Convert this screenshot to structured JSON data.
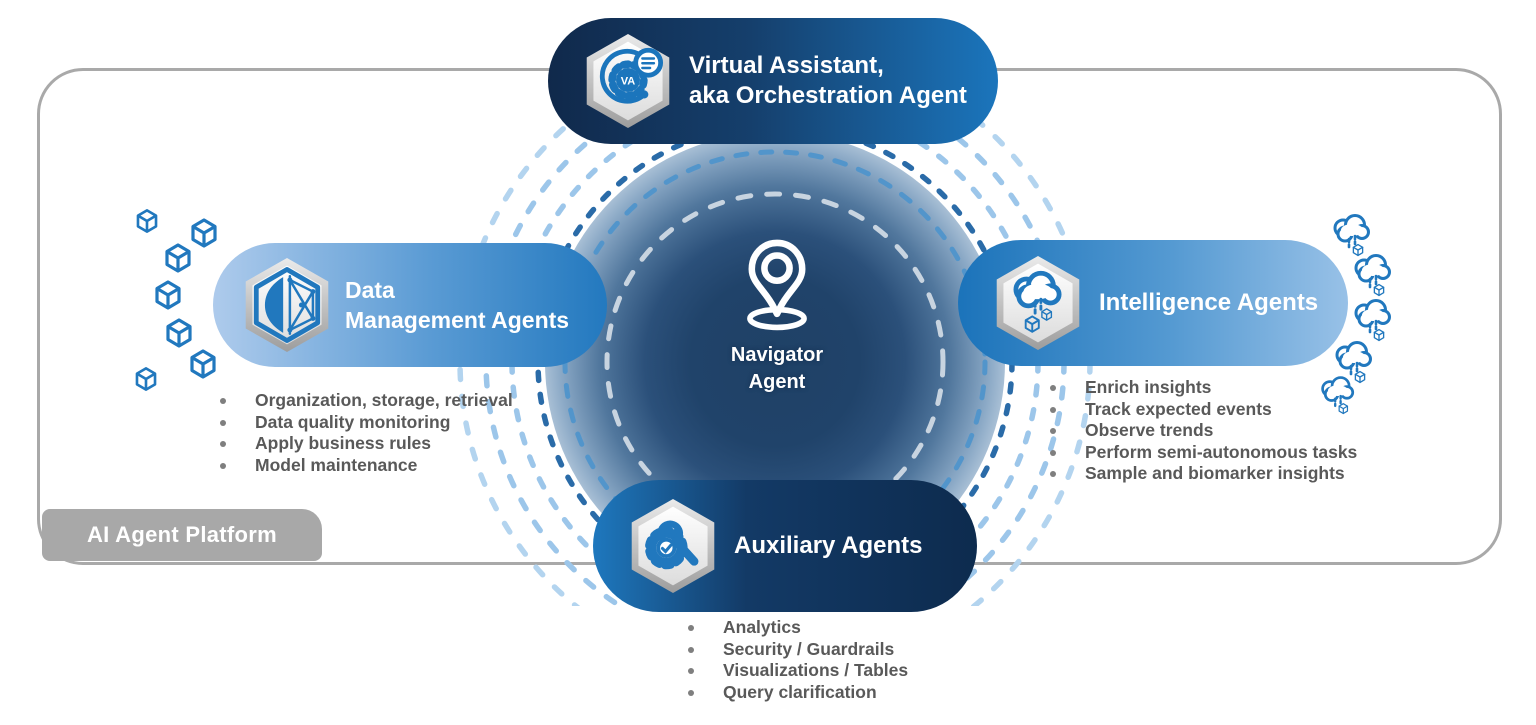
{
  "platform": {
    "label": "AI Agent Platform"
  },
  "center": {
    "icon": "location-pin-icon",
    "line1": "Navigator",
    "line2": "Agent"
  },
  "pills": {
    "top": {
      "icon": "virtual-assistant-icon",
      "badge_text": "VA",
      "line1": "Virtual Assistant,",
      "line2": "aka Orchestration Agent"
    },
    "left": {
      "icon": "data-network-icon",
      "line1": "Data",
      "line2": "Management Agents"
    },
    "right": {
      "icon": "cloud-cubes-icon",
      "line1": "Intelligence Agents"
    },
    "bottom": {
      "icon": "gear-wrench-icon",
      "line1": "Auxiliary Agents"
    }
  },
  "lists": {
    "data_management": [
      "Organization, storage, retrieval",
      "Data quality monitoring",
      "Apply business rules",
      "Model maintenance"
    ],
    "intelligence": [
      "Enrich insights",
      "Track expected events",
      "Observe trends",
      "Perform semi-autonomous tasks",
      "Sample and biomarker insights"
    ],
    "auxiliary": [
      "Analytics",
      "Security / Guardrails",
      "Visualizations / Tables",
      "Query clarification"
    ]
  },
  "decorations": {
    "left": "data-cubes-icons",
    "right": "cloud-download-icons"
  },
  "colors": {
    "accent_blue": "#1b75bc",
    "dark_navy": "#0e2b4d",
    "light_blue": "#9dc3e6",
    "ring_dark_blue": "#2a6ba8",
    "ring_light_blue": "#9cc6ea",
    "frame_gray": "#a9a9a9",
    "label_gray": "#a8a8a8",
    "text_gray": "#595959"
  }
}
